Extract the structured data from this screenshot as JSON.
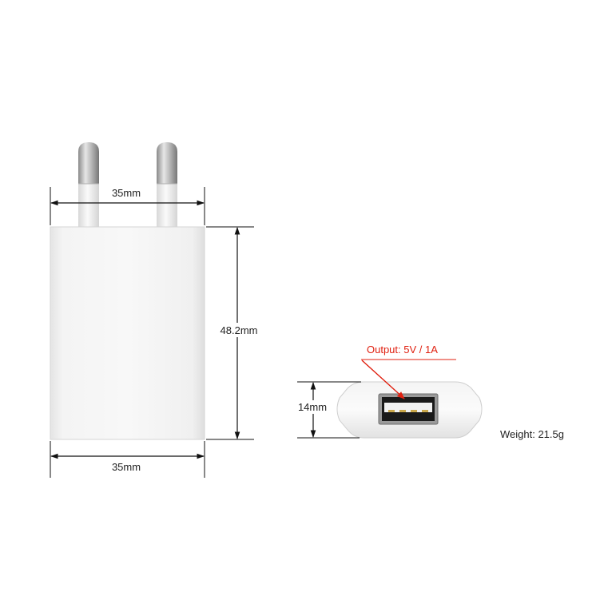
{
  "dimensions": {
    "plug_width": "35mm",
    "body_height": "48.2mm",
    "body_width": "35mm",
    "port_end_height": "14mm"
  },
  "output_label": "Output: 5V / 1A",
  "weight_label": "Weight: 21.5g",
  "colors": {
    "accent": "#e02010",
    "dimension_line": "#111111",
    "body": "#f2f2f2"
  }
}
